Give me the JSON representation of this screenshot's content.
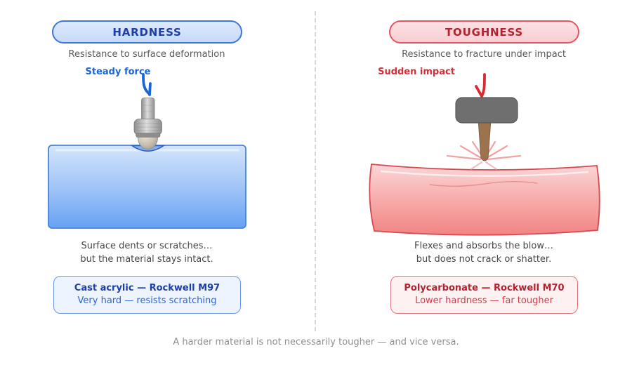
{
  "left": {
    "title": "HARDNESS",
    "subtitle": "Resistance to surface deformation",
    "force_label": "Steady force",
    "caption_line1": "Surface dents or scratches…",
    "caption_line2": "but the material stays intact.",
    "material_title": "Cast acrylic — Rockwell M97",
    "material_sub": "Very hard — resists scratching"
  },
  "right": {
    "title": "TOUGHNESS",
    "subtitle": "Resistance to fracture under impact",
    "force_label": "Sudden impact",
    "caption_line1": "Flexes and absorbs the blow…",
    "caption_line2": "but does not crack or shatter.",
    "material_title": "Polycarbonate — Rockwell M70",
    "material_sub": "Lower hardness — far tougher"
  },
  "footer": "A harder material is not necessarily tougher — and vice versa.",
  "icons": {
    "steady_force_arrow": "bent-down-arrow",
    "sudden_impact_arrow": "bent-down-arrow",
    "indenter": "rockwell-ball-indenter",
    "hammer": "mallet",
    "impact": "impact-burst-rays",
    "dent": "surface-dent-arc"
  },
  "colors": {
    "blue_accent": "#1a66d9",
    "blue_dark": "#1e3fa6",
    "blue_border": "#3f76d8",
    "block_border": "#4a82dd",
    "block_fill_top": "#d4e5fb",
    "block_fill_bottom": "#66a1f3",
    "red_accent": "#d32f38",
    "red_dark": "#b22230",
    "red_border": "#e3555f",
    "slab_border": "#d8474f",
    "slab_fill_top": "#fbd6d6",
    "slab_fill_bottom": "#f18484",
    "hammer_head": "#6f6f6f",
    "hammer_handle": "#9b744e",
    "indenter_metal": "#b5b5b5",
    "subtitle_gray": "#5a5a5a",
    "caption_gray": "#474747",
    "footer_gray": "#8f8f8f",
    "divider_gray": "#d5d5d5"
  }
}
